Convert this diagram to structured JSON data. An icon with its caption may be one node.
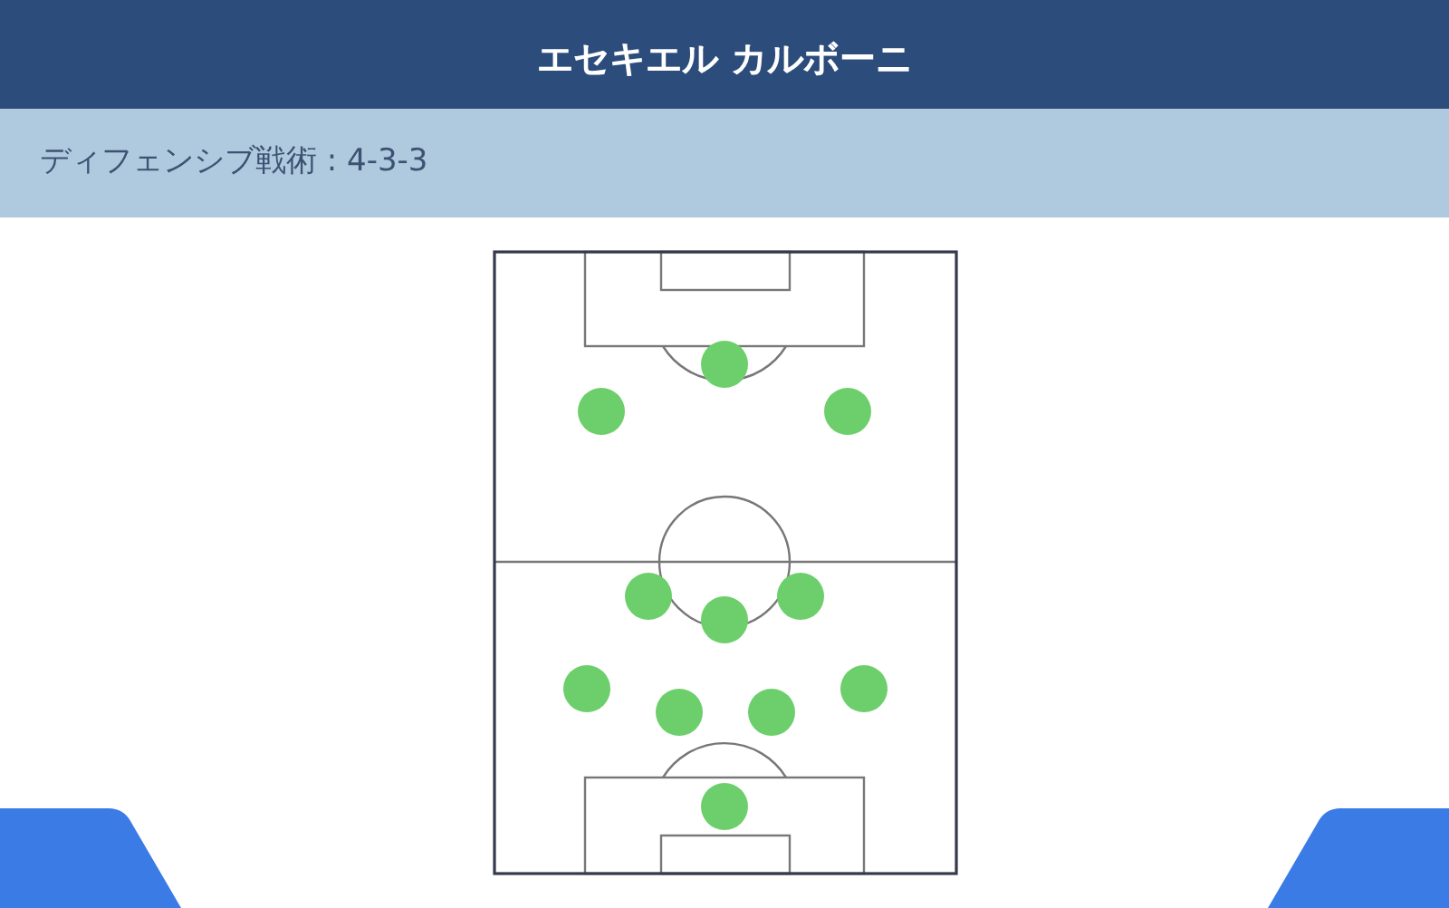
{
  "diagram": {
    "title": "エセキエル カルボーニ",
    "nodes": [
      {
        "text": [],
        "shape": "trapezoid"
      },
      {
        "text": [],
        "shape": "trapezoid"
      }
    ],
    "labels": [
      "ディフェンシブ戦術 : 4-3-3"
    ]
  }
}
